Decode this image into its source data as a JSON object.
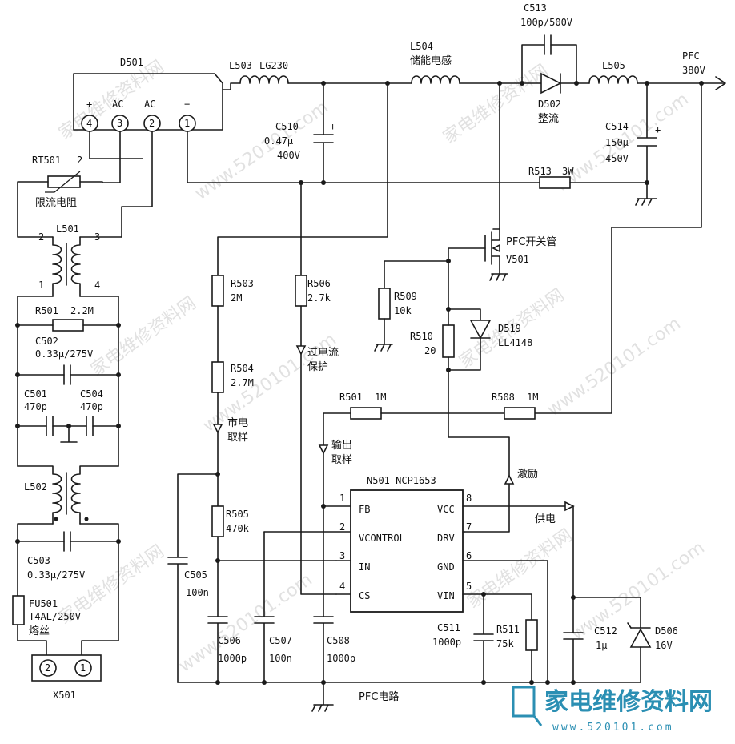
{
  "title": "PFC电路",
  "modules": {
    "bridge": {
      "ref": "D501",
      "pins": [
        "+",
        "AC",
        "AC",
        "−"
      ],
      "pin_nums": [
        "4",
        "3",
        "2",
        "1"
      ]
    },
    "rt501": {
      "ref": "RT501",
      "pin": "2",
      "desc": "限流电阻"
    },
    "l501": {
      "ref": "L501",
      "p2": "2",
      "p3": "3",
      "p1": "1",
      "p4": "4"
    },
    "r501a": {
      "ref": "R501",
      "val": "2.2M"
    },
    "c502": {
      "ref": "C502",
      "val": "0.33μ/275V"
    },
    "c501": {
      "ref": "C501",
      "val": "470p"
    },
    "c504": {
      "ref": "C504",
      "val": "470p"
    },
    "l502": {
      "ref": "L502"
    },
    "c503": {
      "ref": "C503",
      "val": "0.33μ/275V"
    },
    "fu501": {
      "ref": "FU501",
      "val": "T4AL/250V",
      "desc": "熔丝"
    },
    "x501": {
      "ref": "X501",
      "p2": "2",
      "p1": "1"
    },
    "l503": {
      "ref": "L503",
      "val": "LG230"
    },
    "c510": {
      "ref": "C510",
      "val": "0.47μ",
      "volt": "400V"
    },
    "l504": {
      "ref": "L504",
      "desc": "储能电感"
    },
    "c513": {
      "ref": "C513",
      "val": "100p/500V"
    },
    "d502": {
      "ref": "D502",
      "desc": "整流"
    },
    "l505": {
      "ref": "L505"
    },
    "pfc_out": {
      "line1": "PFC",
      "line2": "380V"
    },
    "c514": {
      "ref": "C514",
      "val": "150μ",
      "volt": "450V"
    },
    "r513": {
      "ref": "R513",
      "val": "3W"
    },
    "v501": {
      "desc": "PFC开关管",
      "ref": "V501"
    },
    "r503": {
      "ref": "R503",
      "val": "2M"
    },
    "r506": {
      "ref": "R506",
      "val": "2.7k"
    },
    "r509": {
      "ref": "R509",
      "val": "10k"
    },
    "r510": {
      "ref": "R510",
      "val": "20"
    },
    "d519": {
      "ref": "D519",
      "val": "LL4148"
    },
    "r504": {
      "ref": "R504",
      "val": "2.7M"
    },
    "overcurrent": {
      "line1": "过电流",
      "line2": "保护"
    },
    "mains_sample": {
      "line1": "市电",
      "line2": "取样"
    },
    "output_sample": {
      "line1": "输出",
      "line2": "取样"
    },
    "r501b": {
      "ref": "R501",
      "val": "1M"
    },
    "r508": {
      "ref": "R508",
      "val": "1M"
    },
    "excite": "激励",
    "supply": "供电",
    "ic": {
      "name": "N501 NCP1653",
      "left_pins": [
        {
          "num": "1",
          "name": "FB"
        },
        {
          "num": "2",
          "name": "VCONTROL"
        },
        {
          "num": "3",
          "name": "IN"
        },
        {
          "num": "4",
          "name": "CS"
        }
      ],
      "right_pins": [
        {
          "num": "8",
          "name": "VCC"
        },
        {
          "num": "7",
          "name": "DRV"
        },
        {
          "num": "6",
          "name": "GND"
        },
        {
          "num": "5",
          "name": "VIN"
        }
      ]
    },
    "r505": {
      "ref": "R505",
      "val": "470k"
    },
    "c505": {
      "ref": "C505",
      "val": "100n"
    },
    "c506": {
      "ref": "C506",
      "val": "1000p"
    },
    "c507": {
      "ref": "C507",
      "val": "100n"
    },
    "c508": {
      "ref": "C508",
      "val": "1000p"
    },
    "c511": {
      "ref": "C511",
      "val": "1000p"
    },
    "r511": {
      "ref": "R511",
      "val": "75k"
    },
    "c512": {
      "ref": "C512",
      "val": "1μ"
    },
    "d506": {
      "ref": "D506",
      "val": "16V"
    }
  },
  "watermarks": {
    "text_cn": "家电维修资料网",
    "text_url": "www.520101.com",
    "logo_cn": "家电维修资料网",
    "logo_url": "www.520101.com"
  }
}
